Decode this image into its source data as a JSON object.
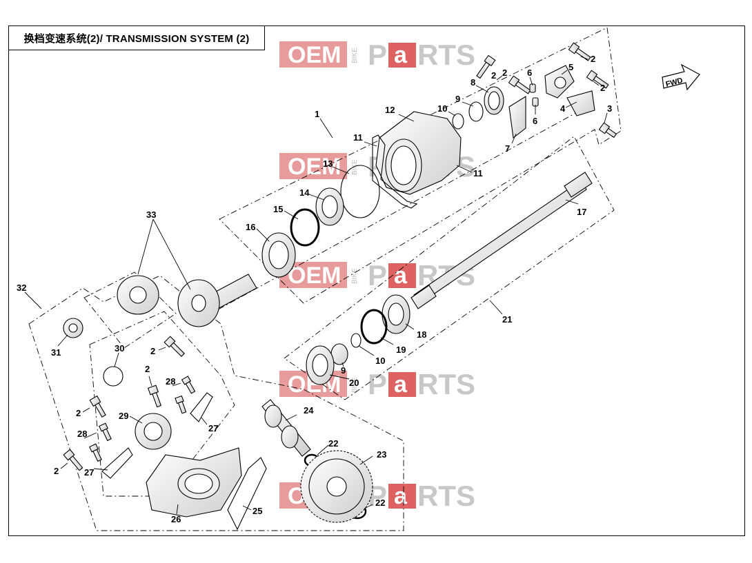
{
  "title": "换档变速系统(2)/ TRANSMISSION SYSTEM (2)",
  "watermark": {
    "oem": "OEM",
    "bike": "BIKE",
    "parts_p": "P",
    "parts_a": "a",
    "parts_rts": "RTS",
    "oem_color": "#e07a7a",
    "a_color": "#d63b3b"
  },
  "fwd_label": "FWD",
  "callouts": {
    "c1": "1",
    "c2a": "2",
    "c2b": "2",
    "c2c": "2",
    "c2d": "2",
    "c2e": "2",
    "c2f": "2",
    "c2g": "2",
    "c3": "3",
    "c4": "4",
    "c5": "5",
    "c6a": "6",
    "c6b": "6",
    "c7": "7",
    "c8": "8",
    "c9a": "9",
    "c9b": "9",
    "c10a": "10",
    "c10b": "10",
    "c11a": "11",
    "c11b": "11",
    "c12": "12",
    "c13": "13",
    "c14": "14",
    "c15": "15",
    "c16": "16",
    "c17": "17",
    "c18": "18",
    "c19": "19",
    "c20": "20",
    "c21": "21",
    "c22a": "22",
    "c22b": "22",
    "c23": "23",
    "c24": "24",
    "c25": "25",
    "c26": "26",
    "c27a": "27",
    "c27b": "27",
    "c28a": "28",
    "c28b": "28",
    "c29": "29",
    "c30": "30",
    "c31": "31",
    "c32": "32",
    "c33": "33"
  }
}
